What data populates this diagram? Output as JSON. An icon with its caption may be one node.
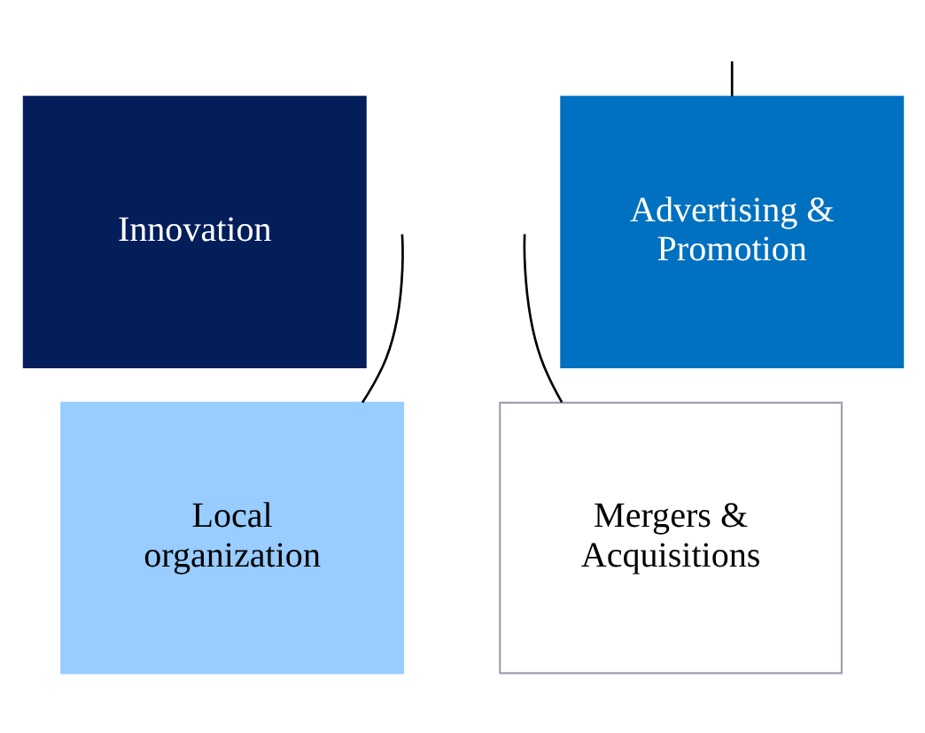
{
  "diagram": {
    "nodes": [
      {
        "text": [
          "Innovation"
        ]
      },
      {
        "text": [
          "Advertising & Promotion"
        ]
      },
      {
        "text": [
          "Local organization"
        ]
      },
      {
        "text": [
          "Mergers & Acquisitions"
        ]
      }
    ],
    "edges": [
      {
        "from": null,
        "to": 2,
        "arrow": "none"
      },
      {
        "from": null,
        "to": 1,
        "arrow": "none"
      },
      {
        "from": null,
        "to": 3,
        "arrow": "none"
      }
    ]
  }
}
